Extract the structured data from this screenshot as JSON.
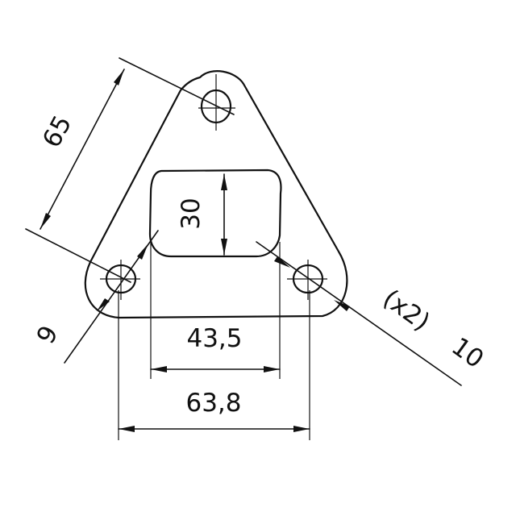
{
  "dimensions": {
    "hole_pitch": "65",
    "port_height": "30",
    "port_width": "43,5",
    "hole_spacing": "63,8",
    "small_hole": "9",
    "hole_count": "(x2)",
    "hole_diameter": "10"
  }
}
